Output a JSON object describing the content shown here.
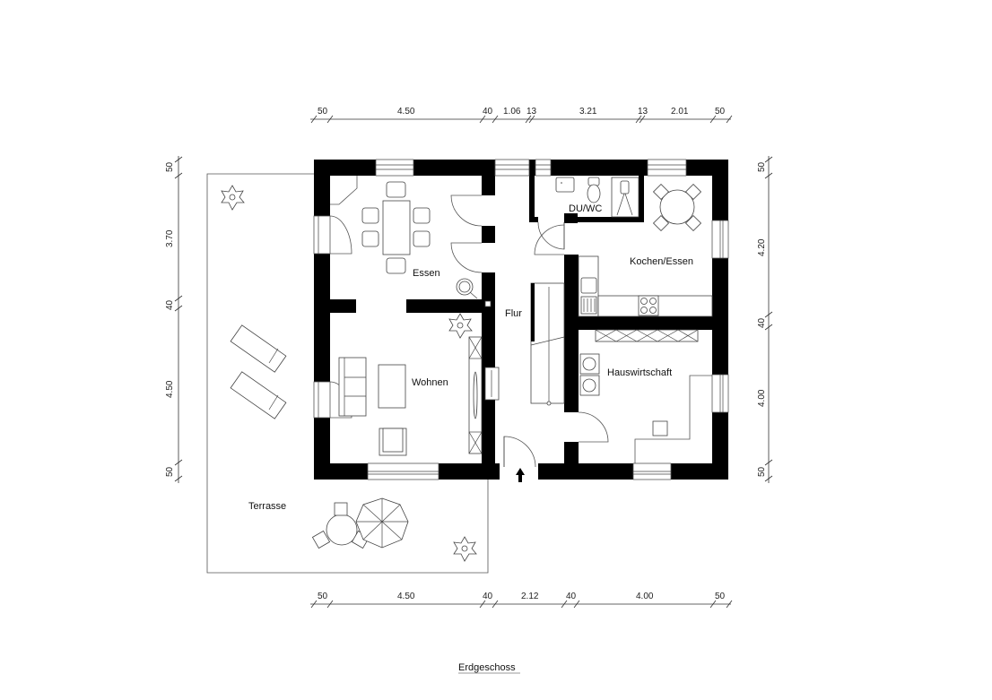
{
  "title": "Erdgeschoss",
  "rooms": {
    "essen": "Essen",
    "wohnen": "Wohnen",
    "flur": "Flur",
    "du_wc": "DU/WC",
    "kochen_essen": "Kochen/Essen",
    "hauswirtschaft": "Hauswirtschaft",
    "terrasse": "Terrasse"
  },
  "dimensions": {
    "top": [
      "50",
      "4.50",
      "40",
      "1.06",
      "13",
      "3.21",
      "13",
      "2.01",
      "50"
    ],
    "bottom": [
      "50",
      "4.50",
      "40",
      "2.12",
      "40",
      "4.00",
      "50"
    ],
    "left": [
      "50",
      "3.70",
      "40",
      "4.50",
      "50"
    ],
    "right": [
      "50",
      "4.20",
      "40",
      "4.00",
      "50"
    ]
  },
  "colors": {
    "wall": "#000000",
    "line": "#555555",
    "background": "#ffffff"
  }
}
